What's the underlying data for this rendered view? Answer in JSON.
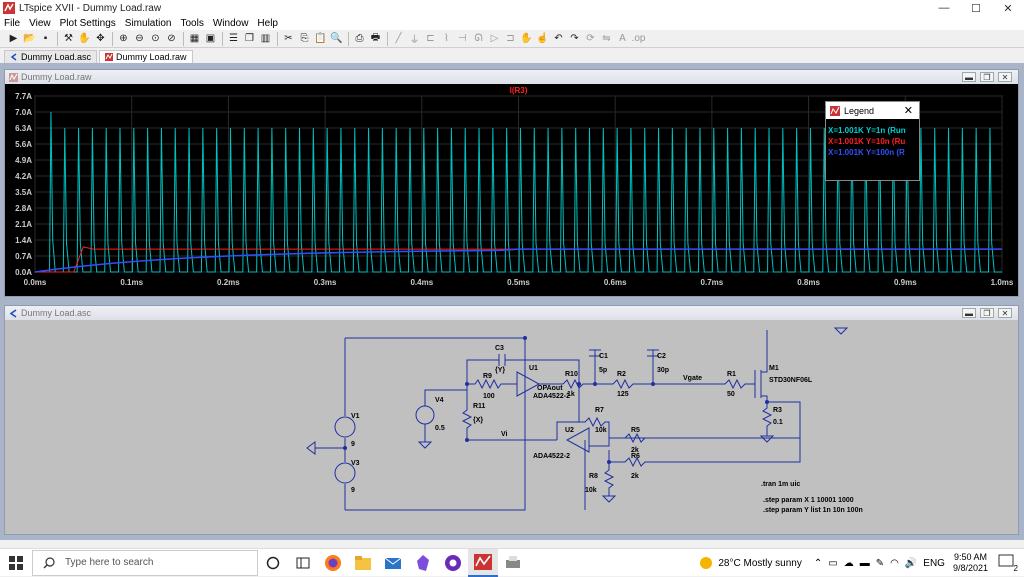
{
  "window": {
    "title": "LTspice XVII - Dummy Load.raw",
    "min": "—",
    "max": "☐",
    "close": "✕"
  },
  "menu": [
    "File",
    "View",
    "Plot Settings",
    "Simulation",
    "Tools",
    "Window",
    "Help"
  ],
  "toolbar_icons": [
    "run-icon",
    "open-icon",
    "save-icon",
    "control-panel-icon",
    "halt-icon",
    "pan-icon",
    "zoom-in-icon",
    "zoom-out-icon",
    "zoom-fit-icon",
    "zoom-cancel-icon",
    "autorange-icon",
    "zoom-area-icon",
    "tile-horizontal-icon",
    "cascade-icon",
    "tile-vertical-icon",
    "cut-icon",
    "copy-icon",
    "paste-icon",
    "find-icon",
    "print-icon",
    "print-preview-icon",
    "wire-icon",
    "ground-icon",
    "label-icon",
    "resistor-icon",
    "capacitor-icon",
    "inductor-icon",
    "diode-icon",
    "component-icon",
    "move-icon",
    "drag-icon",
    "undo-icon",
    "redo-icon",
    "rotate-icon",
    "mirror-icon",
    "text-icon",
    "spice-directive-icon"
  ],
  "doctabs": [
    {
      "label": "Dummy Load.asc",
      "active": false
    },
    {
      "label": "Dummy Load.raw",
      "active": true
    }
  ],
  "waveform": {
    "window_title": "Dummy Load.raw",
    "chart_data": {
      "type": "line",
      "title": "I(R3)",
      "xlabel": "",
      "ylabel": "",
      "xlim": [
        0,
        1.0
      ],
      "ylim": [
        0,
        7.7
      ],
      "x_ticks": [
        "0.0ms",
        "0.1ms",
        "0.2ms",
        "0.3ms",
        "0.4ms",
        "0.5ms",
        "0.6ms",
        "0.7ms",
        "0.8ms",
        "0.9ms",
        "1.0ms"
      ],
      "y_ticks": [
        "7.7A",
        "7.0A",
        "6.3A",
        "5.6A",
        "4.9A",
        "4.2A",
        "3.5A",
        "2.8A",
        "2.1A",
        "1.4A",
        "0.7A",
        "0.0A"
      ],
      "grid": true,
      "series": [
        {
          "color": "#00c0c0",
          "pulse_start_ms": 0.015,
          "pulse_period_ms": 0.01428,
          "pulse_width_ms": 0.006,
          "first_peak": 7.0,
          "peak": 6.3,
          "baseline": 0.0
        },
        {
          "color": "#ff2020",
          "start_ms": 0.04,
          "level": 1.0
        },
        {
          "color": "#3050ff",
          "level_start": 0.0,
          "level_end": 1.0,
          "ramp_end_ms": 0.5
        }
      ]
    }
  },
  "legend": {
    "title": "Legend",
    "close": "✕",
    "rows": [
      {
        "text": "X=1.001K Y=1n (Run",
        "color": "#00d0d0"
      },
      {
        "text": "X=1.001K Y=10n (Ru",
        "color": "#ff2020"
      },
      {
        "text": "X=1.001K Y=100n (R",
        "color": "#3050ff"
      }
    ]
  },
  "schematic": {
    "window_title": "Dummy Load.asc",
    "labels": {
      "V1": "V1",
      "V1v": "9",
      "V3": "V3",
      "V3v": "9",
      "V4": "V4",
      "V4v": "0.5",
      "C3": "C3",
      "C3v": "{Y}",
      "R9": "R9",
      "R9v": "100",
      "R11": "R11",
      "R11v": "{X}",
      "U1": "U1",
      "U1p": "ADA4522-2",
      "OPAout": "OPAout",
      "R10": "R10",
      "R10v": "1k",
      "C1": "C1",
      "C1v": "5p",
      "R2": "R2",
      "R2v": "125",
      "C2": "C2",
      "C2v": "30p",
      "Vgate": "Vgate",
      "R1": "R1",
      "R1v": "50",
      "M1": "M1",
      "M1p": "STD30NF06L",
      "R3": "R3",
      "R3v": "0.1",
      "R7": "R7",
      "R7v": "10k",
      "U2": "U2",
      "U2p": "ADA4522-2",
      "R5": "R5",
      "R5v": "2k",
      "R6": "R6",
      "R6v": "2k",
      "R8": "R8",
      "R8v": "10k",
      "Vi": "Vi"
    },
    "directives": [
      ".tran 1m uic",
      ".step param X 1 10001 1000",
      ".step param Y list 1n 10n 100n"
    ]
  },
  "taskbar": {
    "search_placeholder": "Type here to search",
    "weather": "28°C  Mostly sunny",
    "lang": "ENG",
    "time": "9:50 AM",
    "date": "9/8/2021",
    "notif_count": "2"
  }
}
